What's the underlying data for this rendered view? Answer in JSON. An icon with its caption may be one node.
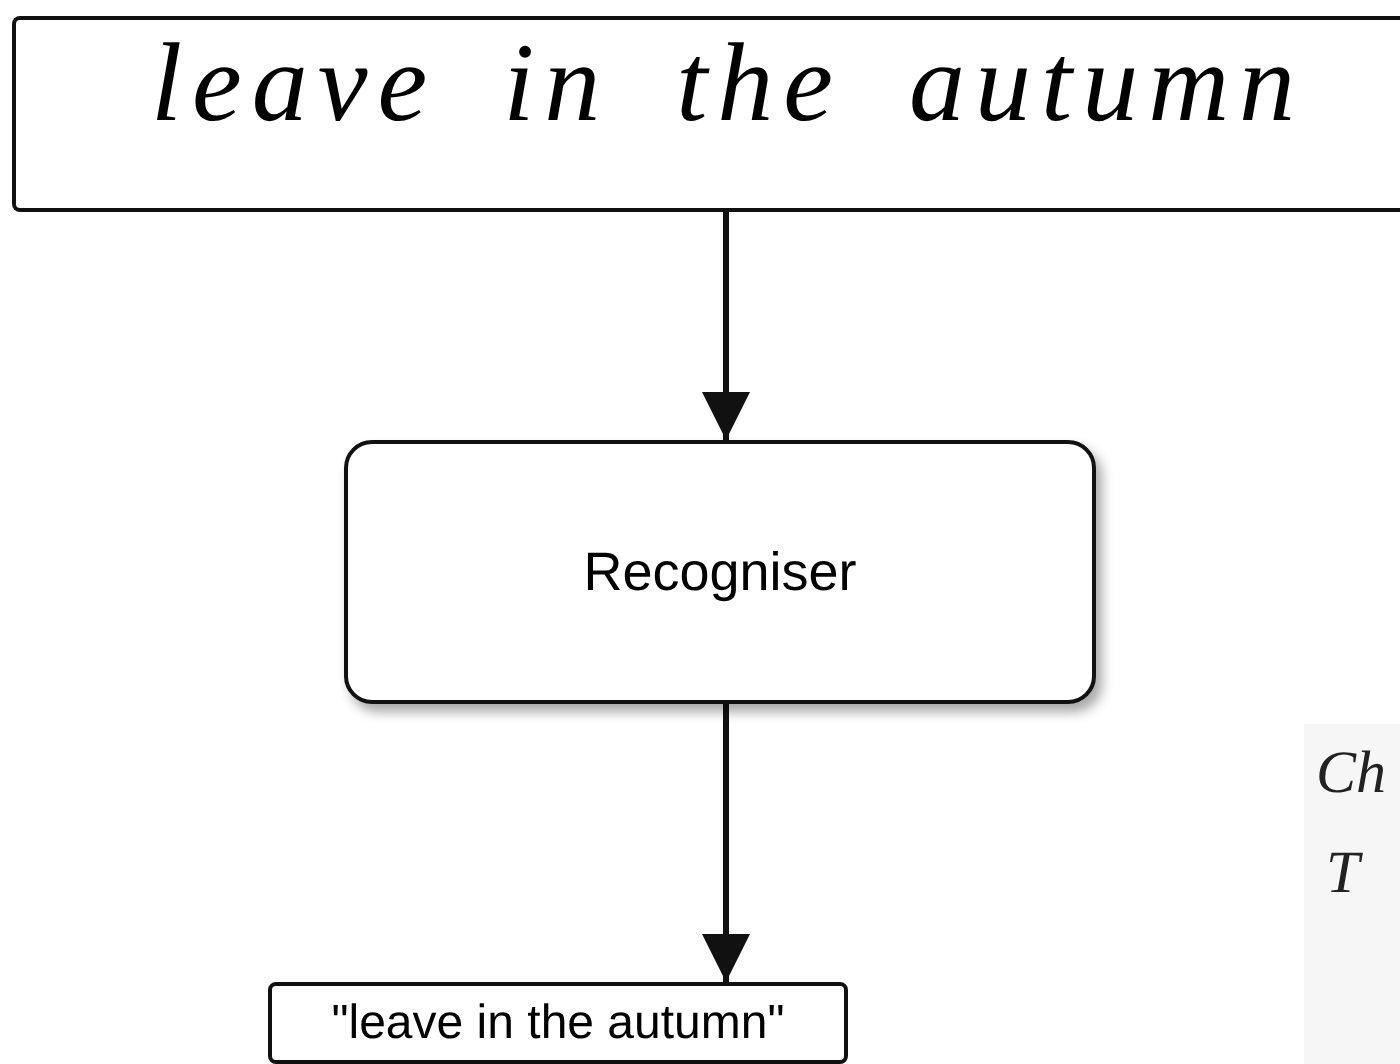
{
  "diagram": {
    "nodes": [
      {
        "text": [
          "leave in the autumn"
        ]
      },
      {
        "text": [
          "Recogniser"
        ]
      },
      {
        "text": [
          "\"leave in the autumn\""
        ]
      }
    ],
    "edges": [
      {
        "from": 0,
        "to": 1,
        "arrow": "to"
      },
      {
        "from": 1,
        "to": 2,
        "arrow": "to"
      }
    ],
    "labels": [
      "Ch",
      "T"
    ]
  }
}
